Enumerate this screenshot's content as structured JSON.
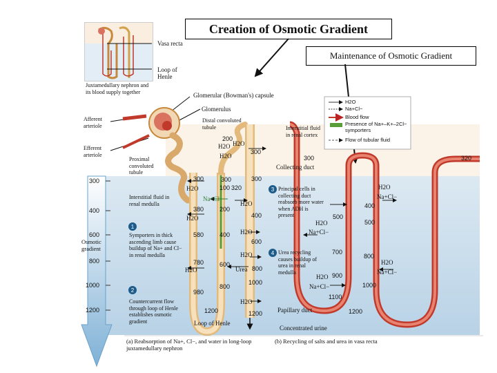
{
  "titles": {
    "main": "Creation of Osmotic Gradient",
    "secondary": "Maintenance of Osmotic Gradient"
  },
  "inset": {
    "caption": "Juxtamedullary nephron and its blood supply together",
    "vasa_recta": "Vasa recta",
    "loop_of_henle": "Loop of Henle"
  },
  "labels": {
    "glomerular_capsule": "Glomerular (Bowman's) capsule",
    "glomerulus": "Glomerulus",
    "afferent": "Afferent arteriole",
    "efferent": "Efferent arteriole",
    "distal": "Distal convoluted tubule",
    "proximal": "Proximal convoluted tubule",
    "interstitial_cortex": "Interstitial fluid in renal cortex",
    "interstitial_medulla": "Interstitial fluid in renal medulla",
    "collecting_duct": "Collecting duct",
    "loop_of_henle": "Loop of Henle",
    "papillary_duct": "Papillary duct",
    "concentrated_urine": "Concentrated urine",
    "osmotic_gradient": "Osmotic gradient"
  },
  "scale": [
    "300",
    "400",
    "600",
    "800",
    "1000",
    "1200"
  ],
  "steps": [
    {
      "num": "1",
      "text": "Symporters in thick ascending limb cause buildup of Na+ and Cl− in renal medulla"
    },
    {
      "num": "2",
      "text": "Countercurrent flow through loop of Henle establishes osmotic gradient"
    },
    {
      "num": "3",
      "text": "Principal cells in collecting duct reabsorb more water when ADH is present"
    },
    {
      "num": "4",
      "text": "Urea recycling causes buildup of urea in renal medulla"
    }
  ],
  "legend": [
    {
      "label": "H2O",
      "color": "#333333"
    },
    {
      "label": "Na+Cl−",
      "color": "#333333"
    },
    {
      "label": "Blood flow",
      "color": "#c0392b"
    },
    {
      "label": "Presence of Na+–K+–2Cl− symporters",
      "color": "#2e7d32"
    },
    {
      "label": "Flow of tubular fluid",
      "color": "#555555"
    }
  ],
  "tubule_values": {
    "v300a": "300",
    "v300b": "300",
    "v300c": "300",
    "v300d": "300",
    "v100": "100",
    "v320": "320",
    "v380": "380",
    "v200a": "200",
    "v200b": "200",
    "v400a": "400",
    "v400b": "400",
    "v580": "580",
    "v600a": "600",
    "v600b": "600",
    "v780": "780",
    "v800a": "800",
    "v800b": "800",
    "v980": "980",
    "v1000": "1000",
    "v1200a": "1200",
    "v1200b": "1200"
  },
  "vasa_values": {
    "r300": "300",
    "r320": "320",
    "r400": "400",
    "r500a": "500",
    "r500b": "500",
    "r700": "700",
    "r800": "800",
    "r900": "900",
    "r1000": "1000",
    "r1100": "1100",
    "r1200": "1200"
  },
  "chem": {
    "h2o": "H2O",
    "nacl": "Na+Cl−",
    "urea": "Urea"
  },
  "captions": {
    "a": "(a) Reabsorption of Na+, Cl−, and water in long-loop juxtamedullary nephron",
    "b": "(b) Recycling of salts and urea in vasa recta"
  }
}
